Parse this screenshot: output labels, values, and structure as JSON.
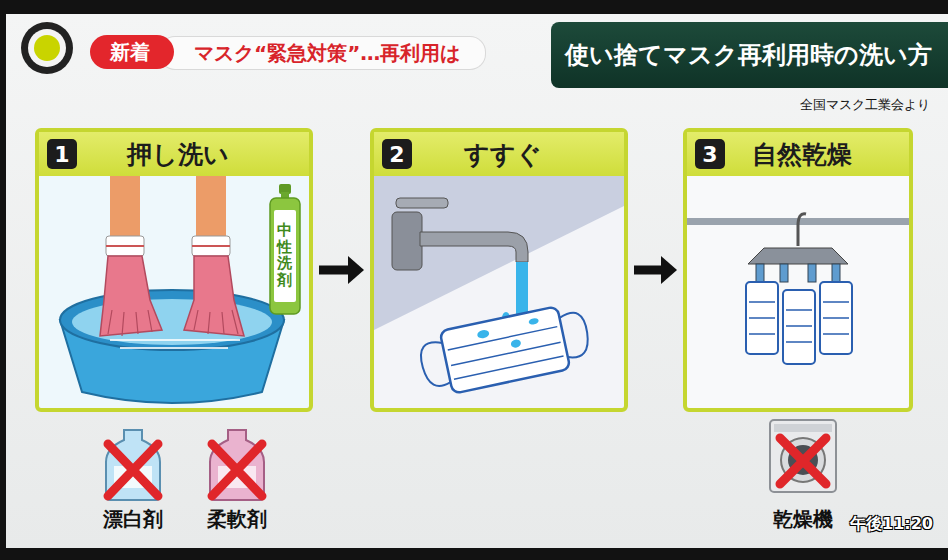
{
  "diagram": {
    "title": "使い捨てマスク再利用時の洗い方",
    "nodes": [
      {
        "text": [
          "新着"
        ]
      },
      {
        "text": [
          "マスク“緊急対策”…再利用は"
        ]
      },
      {
        "text": [
          "使い捨てマスク再利用時の洗い方"
        ]
      },
      {
        "text": [
          "1",
          "押し洗い"
        ]
      },
      {
        "text": [
          "中性洗剤"
        ],
        "in": 3
      },
      {
        "text": [
          "2",
          "すすぐ"
        ]
      },
      {
        "text": [
          "3",
          "自然乾燥"
        ]
      }
    ],
    "edges": [
      {
        "from": 3,
        "to": 5,
        "arrow": "to"
      },
      {
        "from": 5,
        "to": 6,
        "arrow": "to"
      }
    ],
    "labels": [
      "全国マスク工業会より",
      "漂白剤",
      "柔軟剤",
      "乾燥機",
      "午後11:20"
    ]
  }
}
